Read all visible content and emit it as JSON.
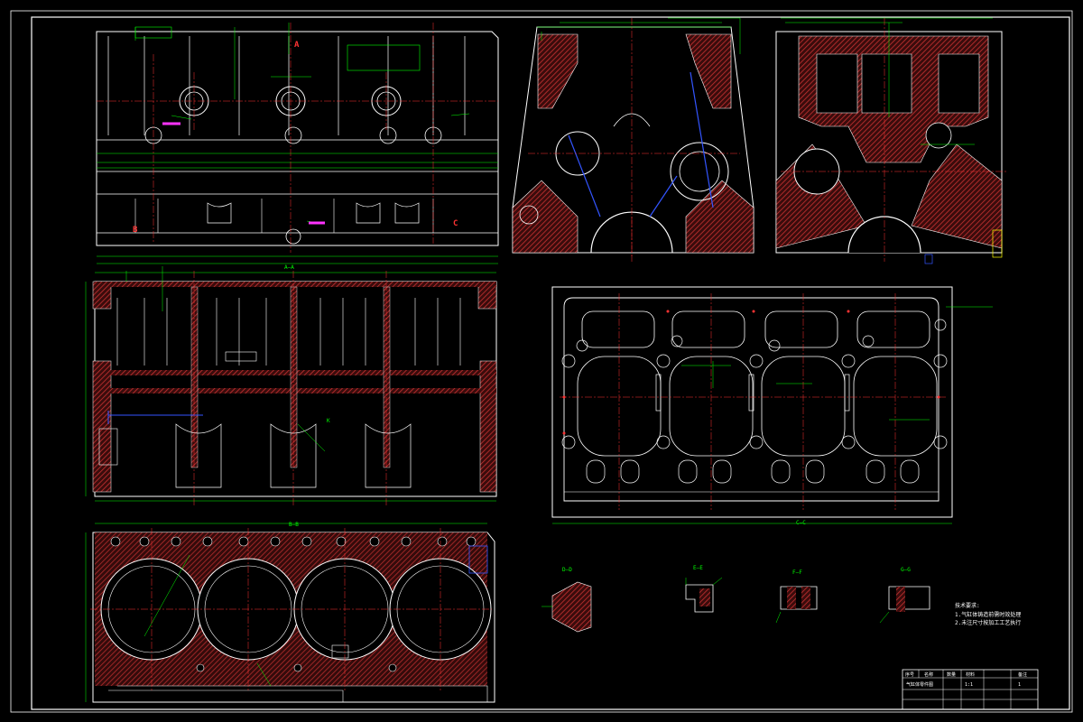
{
  "drawing": {
    "section_labels": {
      "a_a": "A—A",
      "b_b": "B—B",
      "c_c": "C—C",
      "d_d": "D—D",
      "e_e": "E—E",
      "f_f": "F—F",
      "g_g": "G—G"
    },
    "callouts": {
      "a_top": "A",
      "b_left": "B",
      "c_right": "C",
      "view_k": "K"
    },
    "notes": {
      "heading": "技术要求:",
      "line1": "1.气缸体铸造前需时效处理",
      "line2": "2.未注尺寸按加工工艺执行"
    },
    "title_block": {
      "title": "气缸体零件图",
      "h_no": "序号",
      "h_name": "名称",
      "h_qty": "数量",
      "h_mat": "材料",
      "h_note": "备注",
      "scale": "1:1",
      "sheet": "1"
    }
  },
  "colors": {
    "background": "#000000",
    "outline": "#ffffff",
    "dimension": "#00ff00",
    "centerline": "#ff3333",
    "hatch": "#c83232",
    "hidden": "#3355ff",
    "accent": "#ff33ff",
    "yellow": "#ffff00"
  }
}
